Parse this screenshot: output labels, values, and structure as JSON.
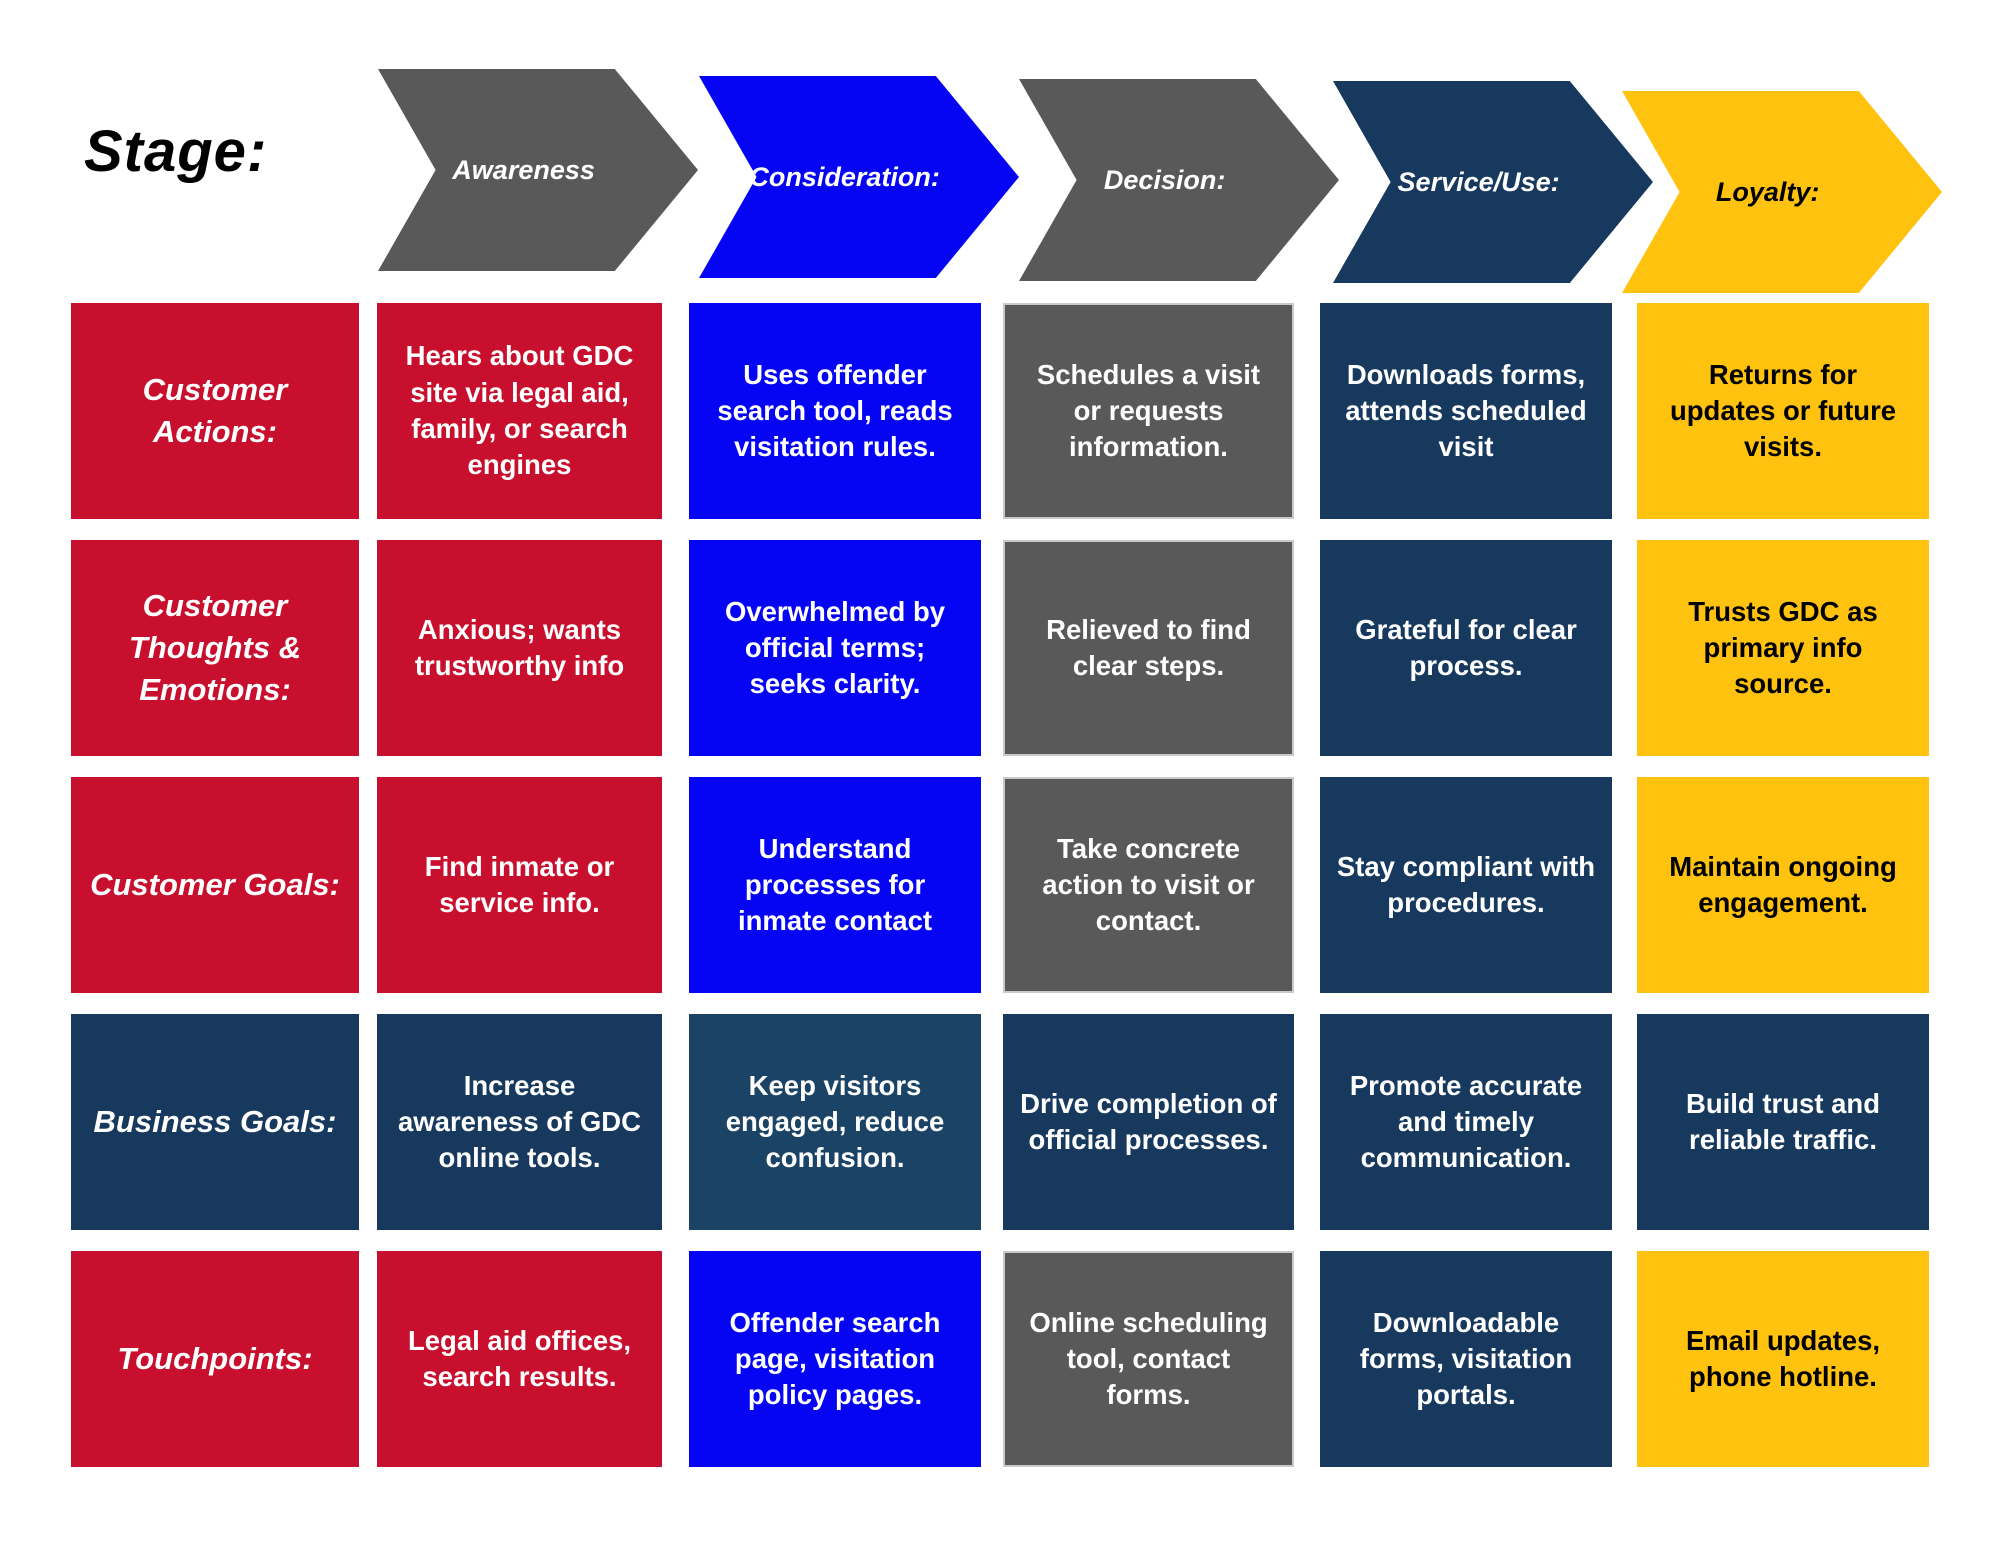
{
  "title": {
    "stage_label": "Stage:"
  },
  "palette": {
    "crimson": "#C8102E",
    "blue": "#0505F4",
    "gray": "#595959",
    "navy": "#17395E",
    "navy_light": "#1A4365",
    "yellow": "#FFC20E",
    "white_text": "#FFFFFF",
    "black_text": "#000000"
  },
  "stages": [
    {
      "label": "Awareness",
      "color": "gray"
    },
    {
      "label": "Consideration:",
      "color": "blue"
    },
    {
      "label": "Decision:",
      "color": "gray"
    },
    {
      "label": "Service/Use:",
      "color": "navy"
    },
    {
      "label": "Loyalty:",
      "color": "yellow"
    }
  ],
  "rows": [
    {
      "label": "Customer Actions:",
      "label_color": "crimson",
      "cells": [
        {
          "text": "Hears about GDC site via legal aid, family, or search engines",
          "color": "crimson"
        },
        {
          "text": "Uses offender search tool, reads visitation rules.",
          "color": "blue"
        },
        {
          "text": "Schedules a visit or requests information.",
          "color": "gray"
        },
        {
          "text": "Downloads forms, attends scheduled visit",
          "color": "navy"
        },
        {
          "text": "Returns for updates or future visits.",
          "color": "yellow"
        }
      ]
    },
    {
      "label": "Customer Thoughts & Emotions:",
      "label_color": "crimson",
      "cells": [
        {
          "text": "Anxious; wants trustworthy info",
          "color": "crimson"
        },
        {
          "text": "Overwhelmed by official terms; seeks clarity.",
          "color": "blue"
        },
        {
          "text": "Relieved to find clear steps.",
          "color": "gray"
        },
        {
          "text": "Grateful for clear process.",
          "color": "navy"
        },
        {
          "text": "Trusts GDC as primary info source.",
          "color": "yellow"
        }
      ]
    },
    {
      "label": "Customer Goals:",
      "label_color": "crimson",
      "cells": [
        {
          "text": "Find inmate or service info.",
          "color": "crimson"
        },
        {
          "text": "Understand processes for inmate contact",
          "color": "blue"
        },
        {
          "text": "Take concrete action to visit or contact.",
          "color": "gray"
        },
        {
          "text": "Stay compliant with procedures.",
          "color": "navy"
        },
        {
          "text": "Maintain ongoing engagement.",
          "color": "yellow"
        }
      ]
    },
    {
      "label": "Business Goals:",
      "label_color": "navy",
      "cells": [
        {
          "text": "Increase awareness of GDC online tools.",
          "color": "navy"
        },
        {
          "text": "Keep visitors engaged, reduce confusion.",
          "color": "navy_light"
        },
        {
          "text": "Drive completion of official processes.",
          "color": "navy"
        },
        {
          "text": "Promote accurate and timely communication.",
          "color": "navy"
        },
        {
          "text": "Build trust and reliable traffic.",
          "color": "navy"
        }
      ]
    },
    {
      "label": "Touchpoints:",
      "label_color": "crimson",
      "cells": [
        {
          "text": "Legal aid offices, search results.",
          "color": "crimson"
        },
        {
          "text": "Offender search page, visitation policy pages.",
          "color": "blue"
        },
        {
          "text": "Online scheduling tool, contact forms.",
          "color": "gray"
        },
        {
          "text": "Downloadable forms, visitation portals.",
          "color": "navy"
        },
        {
          "text": "Email updates, phone hotline.",
          "color": "yellow"
        }
      ]
    }
  ]
}
